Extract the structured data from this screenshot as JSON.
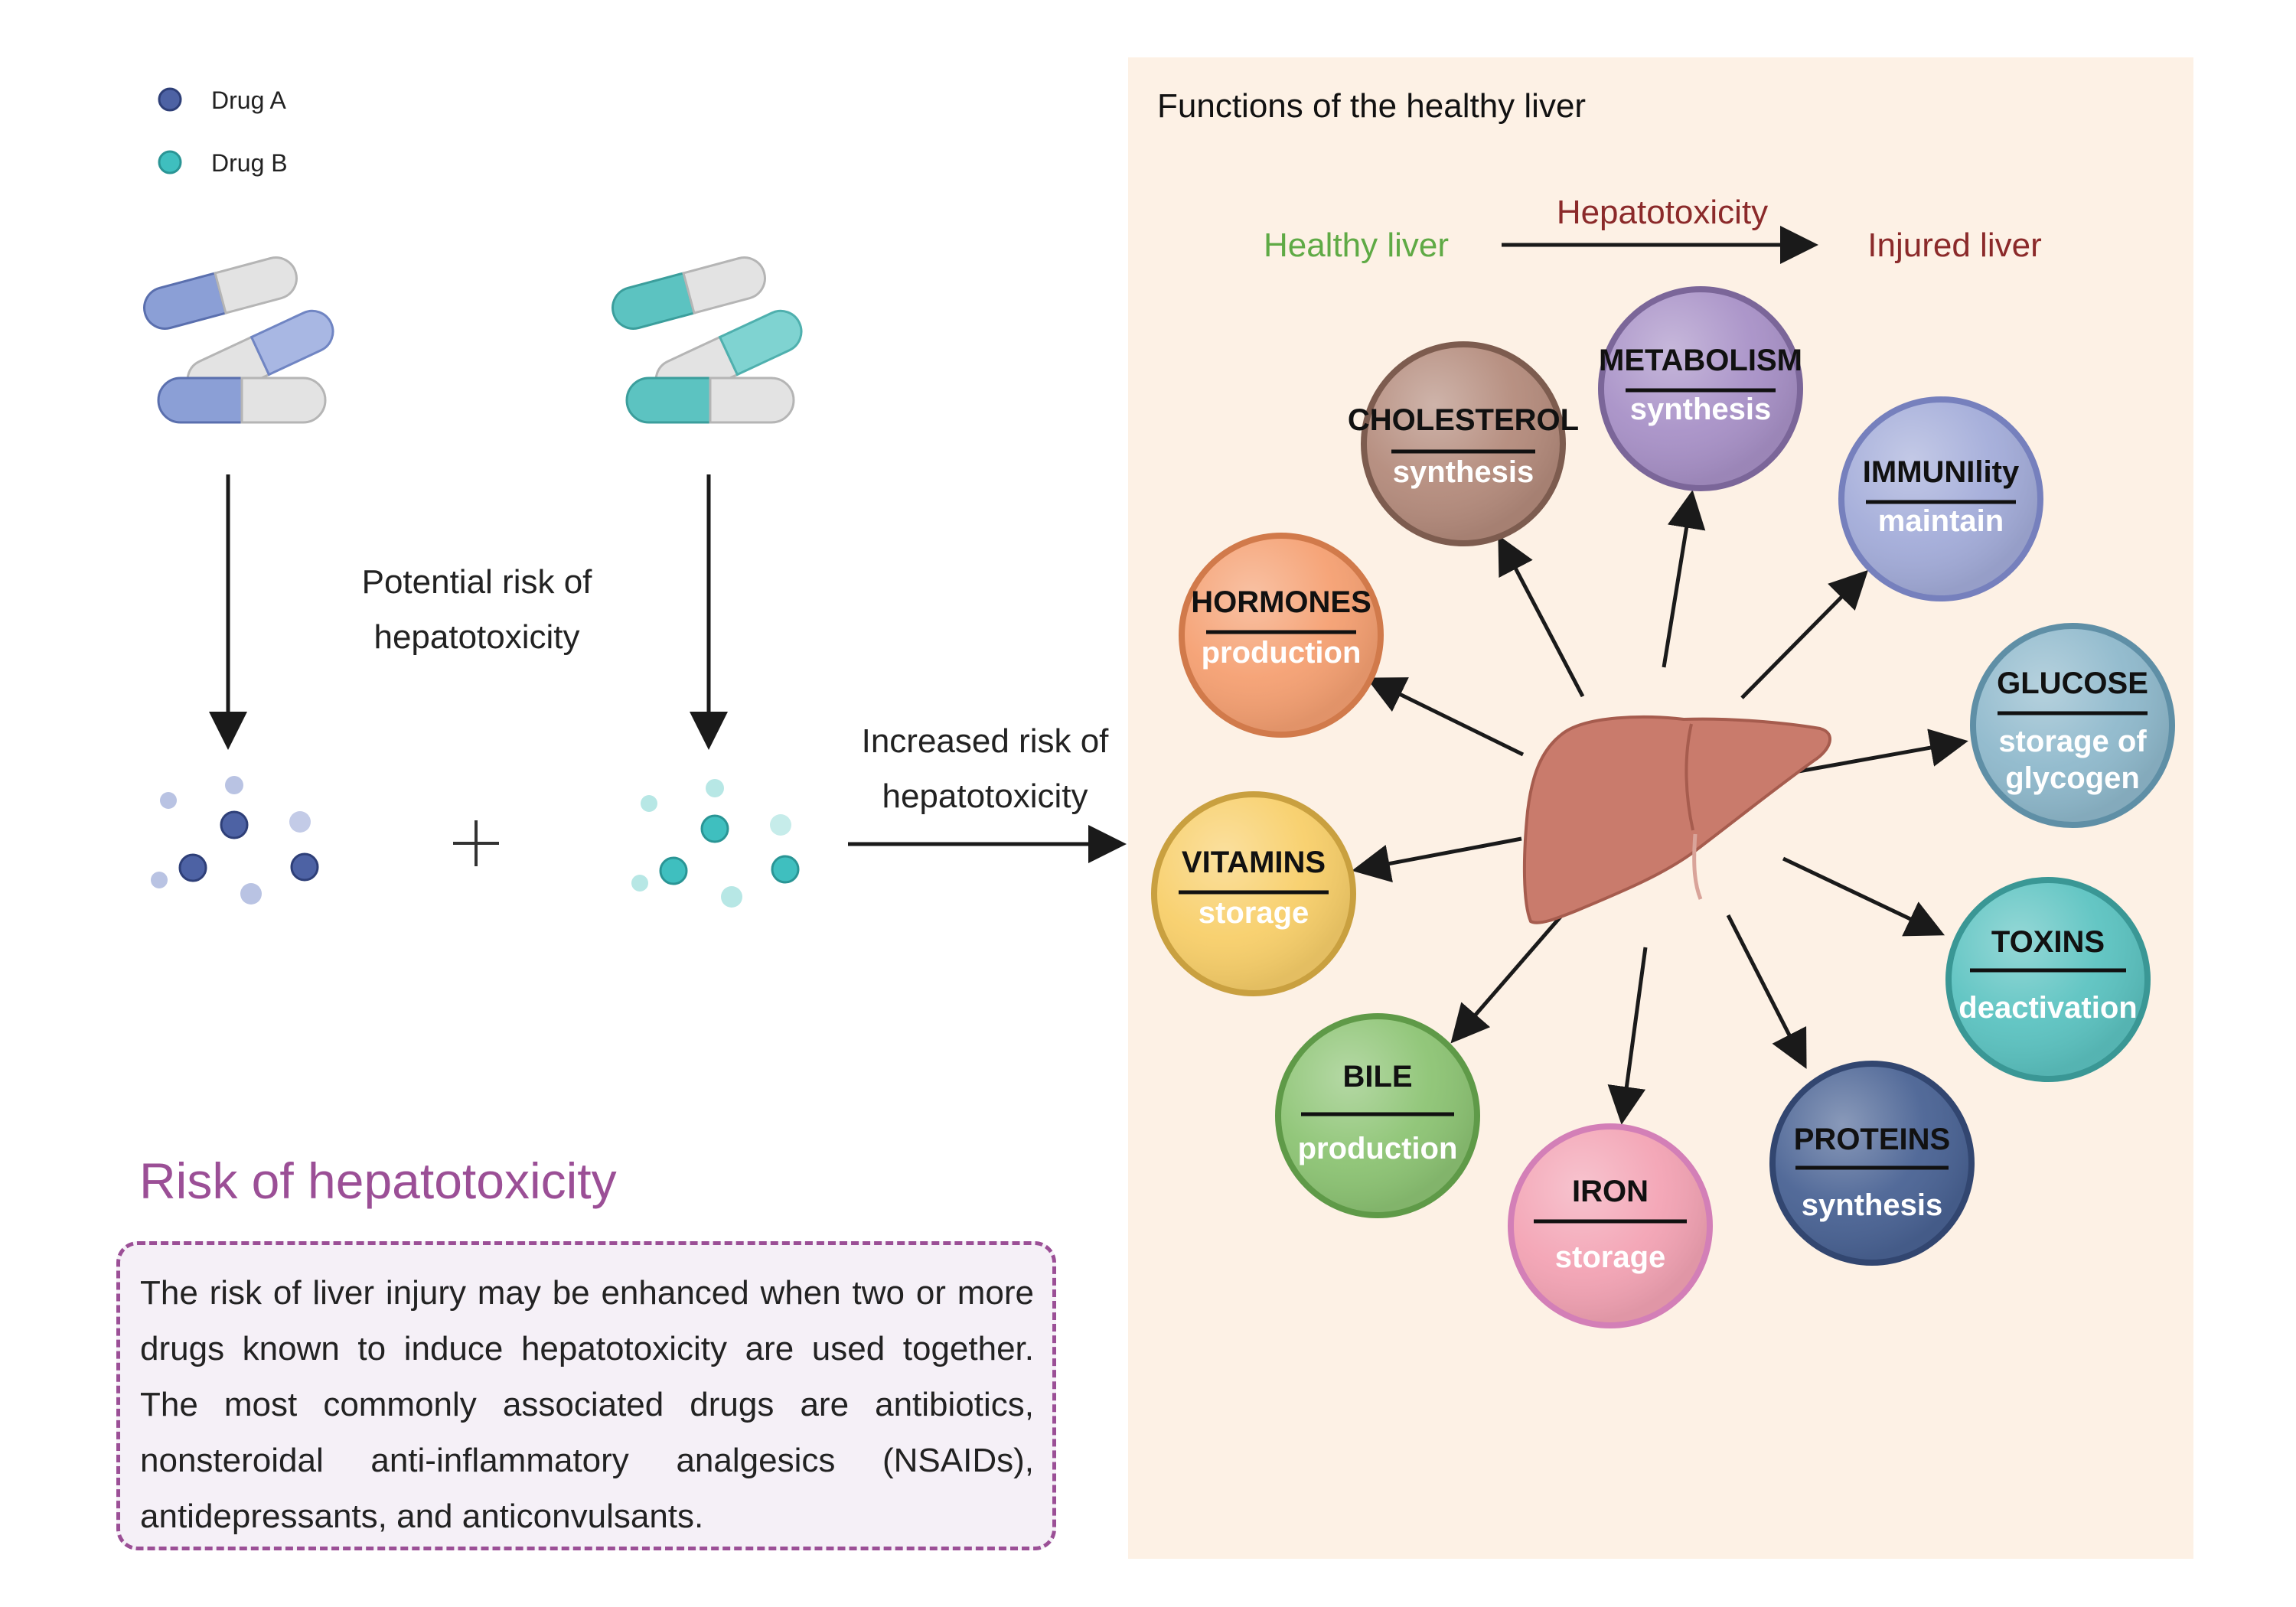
{
  "legend": [
    {
      "label": "Drug A",
      "color": "#4d62a4"
    },
    {
      "label": "Drug B",
      "color": "#3fbfbf"
    }
  ],
  "left_labels": {
    "potential_risk": [
      "Potential risk of",
      "hepatotoxicity"
    ],
    "increased_risk": [
      "Increased risk of",
      "hepatotoxicity"
    ]
  },
  "panel": {
    "title": "Functions of the healthy liver",
    "healthy_label": "Healthy liver",
    "arrow_label": "Hepatotoxicity",
    "injured_label": "Injured liver"
  },
  "functions": [
    {
      "id": "cholesterol",
      "title": "CHOLESTEROL",
      "subtitle": [
        "synthesis"
      ],
      "color": "#b48b7c"
    },
    {
      "id": "metabolism",
      "title": "METABOLISM",
      "subtitle": [
        "synthesis"
      ],
      "color": "#a891c7"
    },
    {
      "id": "immunity",
      "title": "IMMUNIlity",
      "subtitle": [
        "maintain"
      ],
      "color": "#a3acd9"
    },
    {
      "id": "hormones",
      "title": "HORMONES",
      "subtitle": [
        "production"
      ],
      "color": "#f5a072"
    },
    {
      "id": "glucose",
      "title": "GLUCOSE",
      "subtitle": [
        "storage of",
        "glycogen"
      ],
      "color": "#8fb9cc"
    },
    {
      "id": "vitamins",
      "title": "VITAMINS",
      "subtitle": [
        "storage"
      ],
      "color": "#f8cf6a"
    },
    {
      "id": "toxins",
      "title": "TOXINS",
      "subtitle": [
        "deactivation"
      ],
      "color": "#5cc3c1"
    },
    {
      "id": "bile",
      "title": "BILE",
      "subtitle": [
        "production"
      ],
      "color": "#8dc474"
    },
    {
      "id": "iron",
      "title": "IRON",
      "subtitle": [
        "storage"
      ],
      "color": "#f3a3b4"
    },
    {
      "id": "proteins",
      "title": "PROTEINS",
      "subtitle": [
        "synthesis"
      ],
      "color": "#4a6394"
    }
  ],
  "risk": {
    "title": "Risk of hepatotoxicity",
    "text": "The risk of liver injury may be enhanced when two or more drugs known to induce hepatotoxicity are used together. The most commonly associated drugs are antibiotics, nonsteroidal anti-inflammatory analgesics (NSAIDs), antidepressants, and anticonvulsants."
  },
  "colors": {
    "panel_bg": "#fdf1e5",
    "liver": "#c97b6c",
    "healthy": "#5faa45",
    "hepatotoxic": "#8b2a2a",
    "accent": "#9b4f96"
  }
}
